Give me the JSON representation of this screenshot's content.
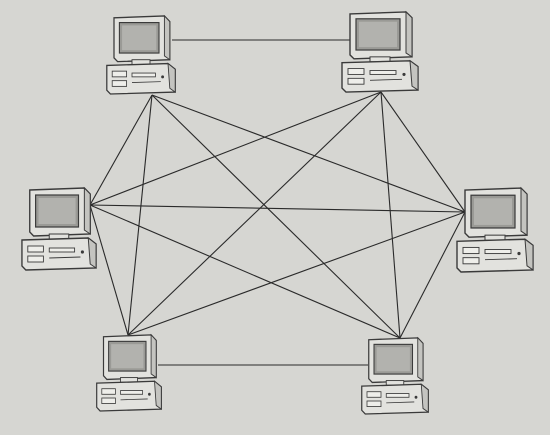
{
  "diagram": {
    "type": "network-topology",
    "topology": "full-mesh",
    "node_count": 6,
    "nodes": [
      {
        "id": "pc-top-left",
        "icon": "desktop-computer-icon"
      },
      {
        "id": "pc-top-right",
        "icon": "desktop-computer-icon"
      },
      {
        "id": "pc-middle-left",
        "icon": "desktop-computer-icon"
      },
      {
        "id": "pc-middle-right",
        "icon": "desktop-computer-icon"
      },
      {
        "id": "pc-bottom-left",
        "icon": "desktop-computer-icon"
      },
      {
        "id": "pc-bottom-right",
        "icon": "desktop-computer-icon"
      }
    ],
    "edges": [
      [
        "pc-top-left",
        "pc-top-right"
      ],
      [
        "pc-top-left",
        "pc-middle-left"
      ],
      [
        "pc-top-left",
        "pc-middle-right"
      ],
      [
        "pc-top-left",
        "pc-bottom-left"
      ],
      [
        "pc-top-left",
        "pc-bottom-right"
      ],
      [
        "pc-top-right",
        "pc-middle-left"
      ],
      [
        "pc-top-right",
        "pc-middle-right"
      ],
      [
        "pc-top-right",
        "pc-bottom-left"
      ],
      [
        "pc-top-right",
        "pc-bottom-right"
      ],
      [
        "pc-middle-left",
        "pc-middle-right"
      ],
      [
        "pc-middle-left",
        "pc-bottom-left"
      ],
      [
        "pc-middle-left",
        "pc-bottom-right"
      ],
      [
        "pc-middle-right",
        "pc-bottom-left"
      ],
      [
        "pc-middle-right",
        "pc-bottom-right"
      ],
      [
        "pc-bottom-left",
        "pc-bottom-right"
      ]
    ],
    "colors": {
      "paper": "#d6d6d2",
      "line": "#2a2a2a",
      "computer_body": "#e2e2de",
      "computer_outline": "#3a3a3a",
      "screen": "#9a9a96"
    }
  }
}
